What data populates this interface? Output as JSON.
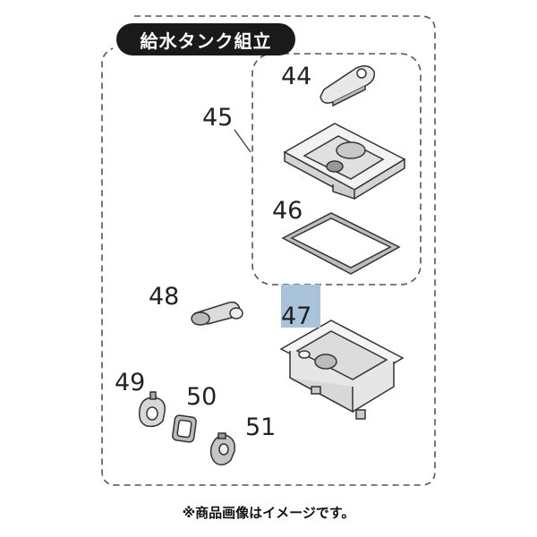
{
  "title": "給水タンク組立",
  "parts": {
    "p44": "44",
    "p45": "45",
    "p46": "46",
    "p47": "47",
    "p48": "48",
    "p49": "49",
    "p50": "50",
    "p51": "51"
  },
  "highlighted_part": "47",
  "highlight_color": "#a9c3dd",
  "note": "※商品画像はイメージです。"
}
